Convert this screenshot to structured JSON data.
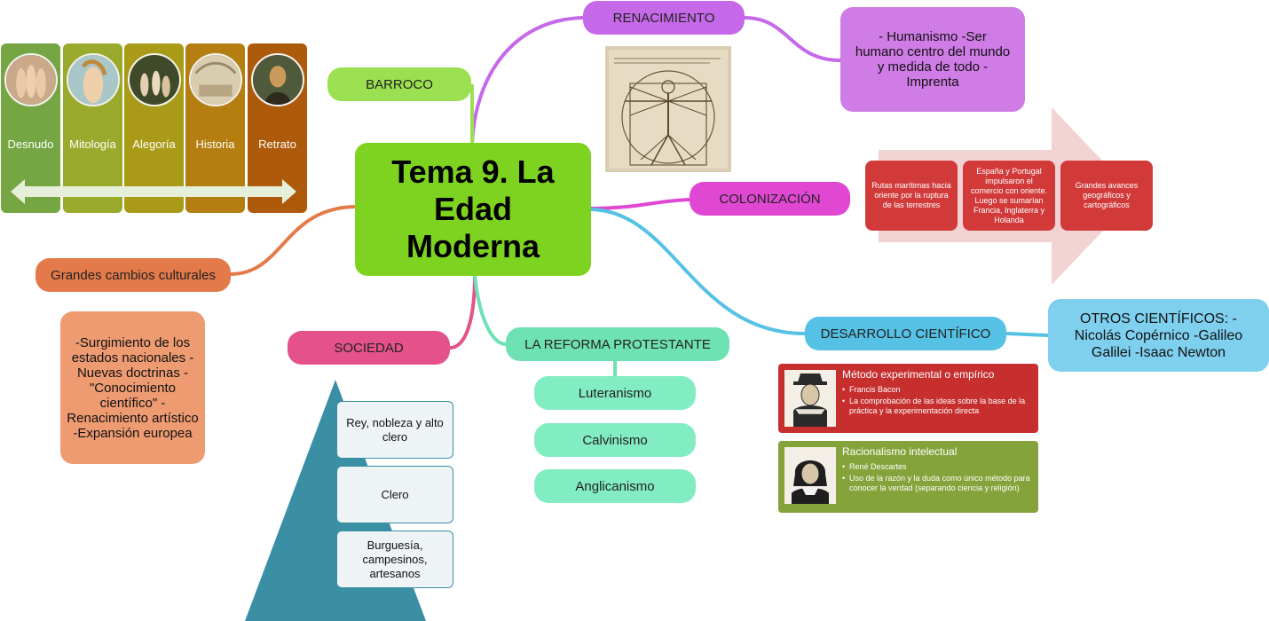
{
  "central_title": "Tema 9. La Edad Moderna",
  "renacimiento": {
    "label": "RENACIMIENTO",
    "note": "- Humanismo -Ser humano centro del mundo y medida de todo -Imprenta"
  },
  "barroco": {
    "label": "BARROCO"
  },
  "colonizacion": {
    "label": "COLONIZACIÓN",
    "steps": [
      "Rutas marítimas hacia oriente por la ruptura de las terrestres",
      "España y Portugal impulsaron el comercio con oriente. Luego se sumarían Francia, Inglaterra y Holanda",
      "Grandes avances geográficos y cartográficos"
    ]
  },
  "desarrollo": {
    "label": "DESARROLLO CIENTÍFICO",
    "otros": "OTROS CIENTÍFICOS: - Nicolás Copérnico -Galileo Galilei -Isaac Newton",
    "metodo": {
      "title": "Método experimental o empírico",
      "items": [
        "Francis Bacon",
        "La comprobación de las ideas sobre la base de la práctica y la experimentación directa"
      ]
    },
    "racionalismo": {
      "title": "Racionalismo intelectual",
      "items": [
        "René Descartes",
        "Uso de la razón y la duda como único método para conocer la verdad (separando ciencia y religión)"
      ]
    }
  },
  "cambios": {
    "label": "Grandes cambios culturales",
    "note": "-Surgimiento de los estados nacionales -Nuevas doctrinas -\"Conocimiento científico\" -Renacimiento artístico -Expansión europea"
  },
  "arte": {
    "items": [
      {
        "label": "Desnudo",
        "color": "#76a544"
      },
      {
        "label": "Mitología",
        "color": "#9aaa2c"
      },
      {
        "label": "Alegoría",
        "color": "#a99b18"
      },
      {
        "label": "Historia",
        "color": "#b47e10"
      },
      {
        "label": "Retrato",
        "color": "#ad5a0b"
      }
    ]
  },
  "sociedad": {
    "label": "SOCIEDAD",
    "levels": [
      "Rey, nobleza y alto clero",
      "Clero",
      "Burguesía, campesinos, artesanos"
    ]
  },
  "reforma": {
    "label": "LA REFORMA PROTESTANTE",
    "items": [
      "Luteranismo",
      "Calvinismo",
      "Anglicanismo"
    ]
  },
  "colors": {
    "central": "#7ed321",
    "renacimiento": "#c569e8",
    "colonizacion": "#e047d3",
    "desarrollo": "#54c1e5",
    "cambios": "#e47a4a",
    "sociedad": "#e5528a",
    "reforma": "#6fe2b4",
    "pyramid": "#3a8fa5"
  }
}
